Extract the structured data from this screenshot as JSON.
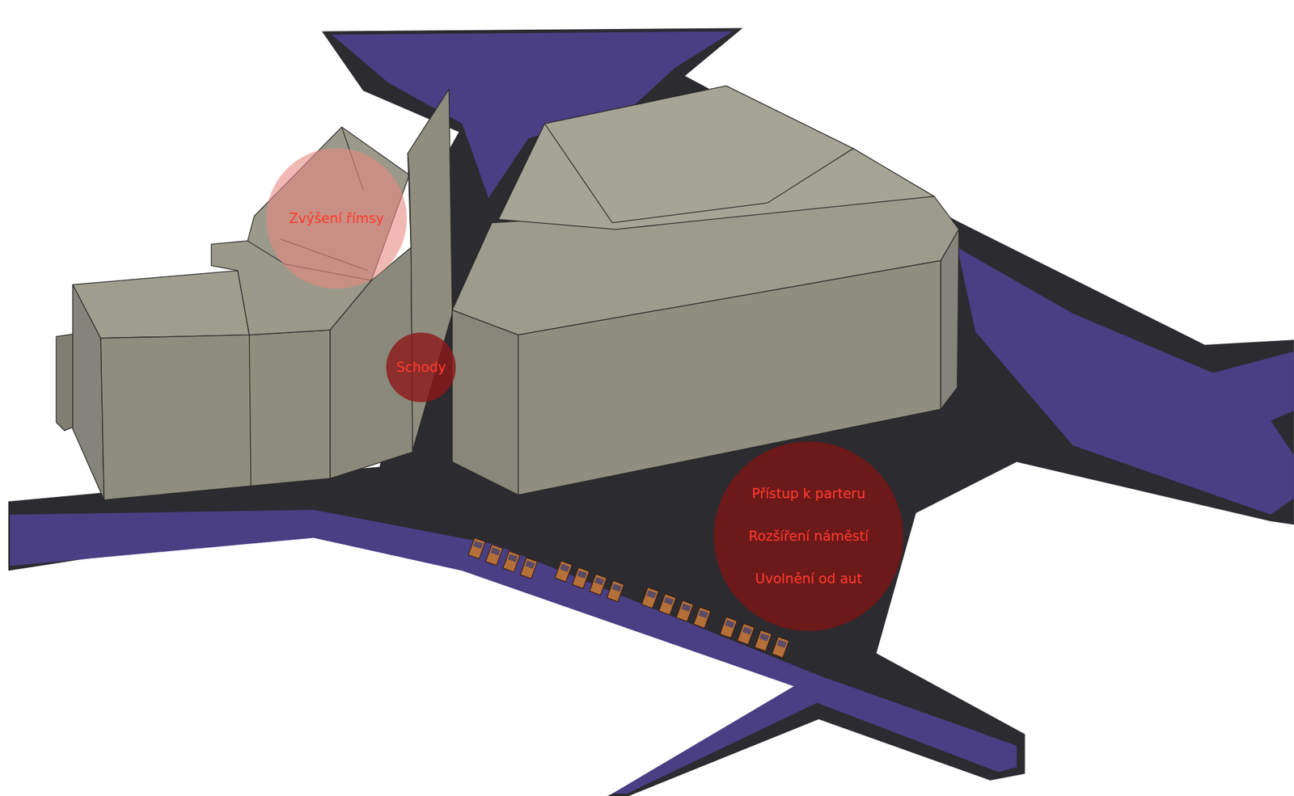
{
  "diagram": {
    "nodes": [
      {
        "text": [
          "Zvýšení římsy"
        ]
      },
      {
        "text": [
          "Schody"
        ]
      },
      {
        "text": [
          "Přístup k parteru",
          "Rozšíření náměstí",
          "Uvolnění od aut"
        ]
      }
    ]
  }
}
